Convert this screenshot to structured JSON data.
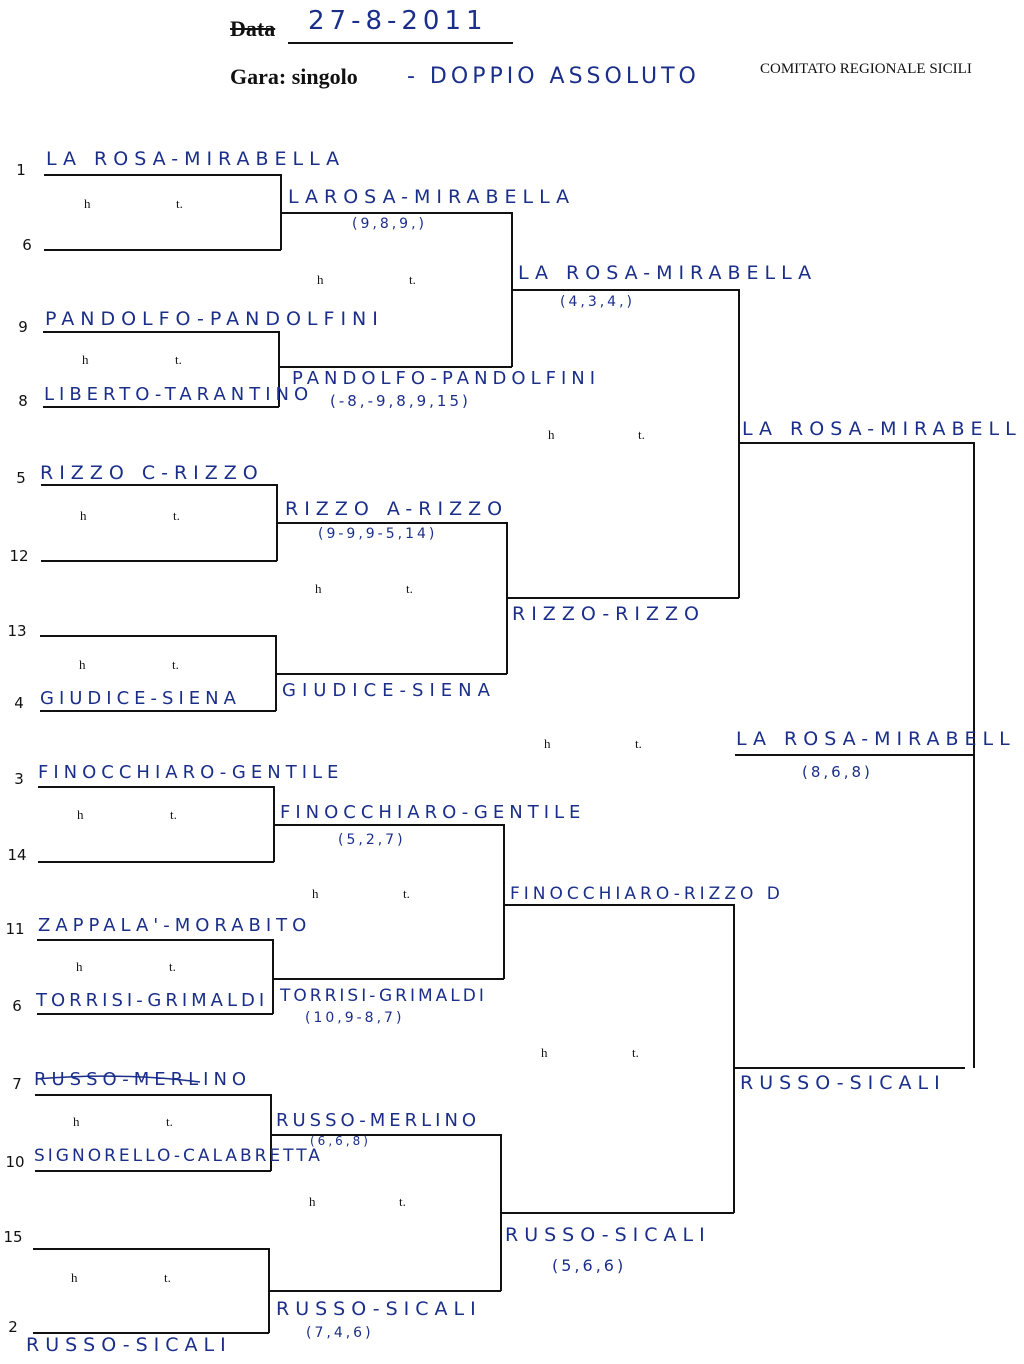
{
  "header": {
    "data_label": "Data",
    "date": "27-8-2011",
    "gara_label": "Gara: singolo",
    "gara_suffix": "- DOPPIO ASSOLUTO",
    "committee": "COMITATO REGIONALE SICILI"
  },
  "seeds": [
    "1",
    "6",
    "9",
    "8",
    "5",
    "12",
    "13",
    "4",
    "3",
    "14",
    "11",
    "6",
    "7",
    "10",
    "15",
    "2"
  ],
  "hm": "h",
  "tm": "t.",
  "round1": [
    {
      "name": "LA ROSA-MIRABELLA"
    },
    {
      "name": ""
    },
    {
      "name": "PANDOLFO-PANDOLFINI"
    },
    {
      "name": "LIBERTO-TARANTINO"
    },
    {
      "name": "RIZZO C-RIZZO"
    },
    {
      "name": ""
    },
    {
      "name": ""
    },
    {
      "name": "GIUDICE-SIENA"
    },
    {
      "name": "FINOCCHIARO-GENTILE"
    },
    {
      "name": ""
    },
    {
      "name": "ZAPPALA'-MORABITO"
    },
    {
      "name": "TORRISI-GRIMALDI"
    },
    {
      "name": "RUSSO-MERLINO"
    },
    {
      "name": "SIGNORELLO-CALABRETTA"
    },
    {
      "name": ""
    },
    {
      "name": "RUSSO-SICALI"
    }
  ],
  "round2": [
    {
      "name": "LAROSA-MIRABELLA",
      "score": "(9,8,9,)"
    },
    {
      "name": "PANDOLFO-PANDOLFINI",
      "score": "(-8,-9,8,9,15)"
    },
    {
      "name": "RIZZO A-RIZZO",
      "score": "(9-9,9-5,14)"
    },
    {
      "name": "GIUDICE-SIENA",
      "score": ""
    },
    {
      "name": "FINOCCHIARO-GENTILE",
      "score": "(5,2,7)"
    },
    {
      "name": "TORRISI-GRIMALDI",
      "score": "(10,9-8,7)"
    },
    {
      "name": "RUSSO-MERLINO",
      "score": "(6,6,8)"
    },
    {
      "name": "RUSSO-SICALI",
      "score": "(7,4,6)"
    }
  ],
  "round3": [
    {
      "name": "LA ROSA-MIRABELLA",
      "score": "(4,3,4,)"
    },
    {
      "name": "RIZZO-RIZZO",
      "score": ""
    },
    {
      "name": "FINOCCHIARO-RIZZO D",
      "score": ""
    },
    {
      "name": "RUSSO-SICALI",
      "score": "(5,6,6)"
    }
  ],
  "round4": [
    {
      "name": "LA ROSA-MIRABELLA",
      "score": ""
    },
    {
      "name": "RUSSO-SICALI",
      "score": ""
    }
  ],
  "final": {
    "name": "LA ROSA-MIRABELLA",
    "score": "(8,6,8)"
  }
}
